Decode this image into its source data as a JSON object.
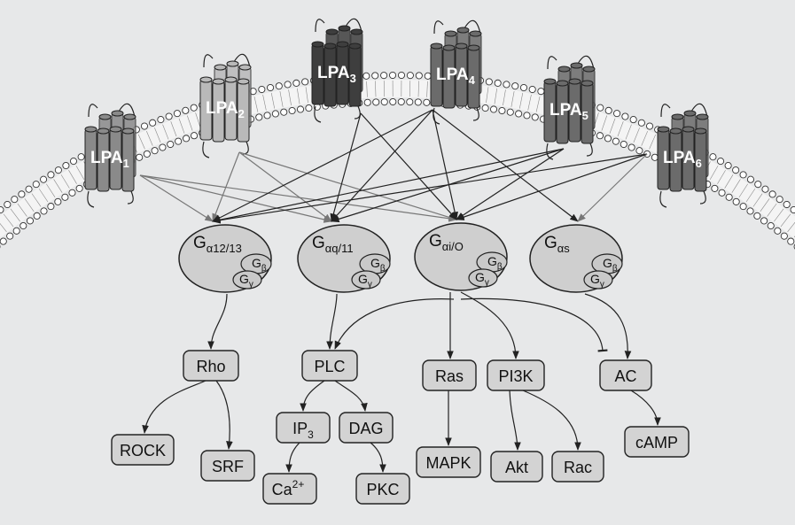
{
  "receptors": [
    {
      "id": "LPA1",
      "text": "LPA",
      "sub": "1",
      "shade": "medium"
    },
    {
      "id": "LPA2",
      "text": "LPA",
      "sub": "2",
      "shade": "light"
    },
    {
      "id": "LPA3",
      "text": "LPA",
      "sub": "3",
      "shade": "dark"
    },
    {
      "id": "LPA4",
      "text": "LPA",
      "sub": "4",
      "shade": "mid-dark"
    },
    {
      "id": "LPA5",
      "text": "LPA",
      "sub": "5",
      "shade": "mid-dark"
    },
    {
      "id": "LPA6",
      "text": "LPA",
      "sub": "6",
      "shade": "mid-dark"
    }
  ],
  "g_proteins": [
    {
      "id": "G12",
      "main": "G",
      "sub": "α12/13",
      "beta": "β",
      "gamma": "γ"
    },
    {
      "id": "Gq",
      "main": "G",
      "sub": "αq/11",
      "beta": "β",
      "gamma": "γ"
    },
    {
      "id": "Gi",
      "main": "G",
      "sub": "αi/O",
      "beta": "β",
      "gamma": "γ"
    },
    {
      "id": "Gs",
      "main": "G",
      "sub": "αs",
      "beta": "β",
      "gamma": "γ"
    }
  ],
  "effectors": {
    "rho": "Rho",
    "rock": "ROCK",
    "srf": "SRF",
    "plc": "PLC",
    "ip3": "IP",
    "ip3_sub": "3",
    "dag": "DAG",
    "ca": "Ca",
    "ca_sup": "2+",
    "pkc": "PKC",
    "ras": "Ras",
    "mapk": "MAPK",
    "pi3k": "PI3K",
    "akt": "Akt",
    "rac": "Rac",
    "ac": "AC",
    "camp": "cAMP"
  },
  "colors": {
    "background": "#e7e8e9",
    "box_fill": "#d3d3d3",
    "g_protein_fill": "#cfcfcf",
    "receptor_light": "#b9b9b9",
    "receptor_medium": "#8a8a8a",
    "receptor_mid_dark": "#6b6b6b",
    "receptor_dark": "#3e3e3e",
    "arrow_light": "#777777",
    "arrow_dark": "#222222"
  }
}
